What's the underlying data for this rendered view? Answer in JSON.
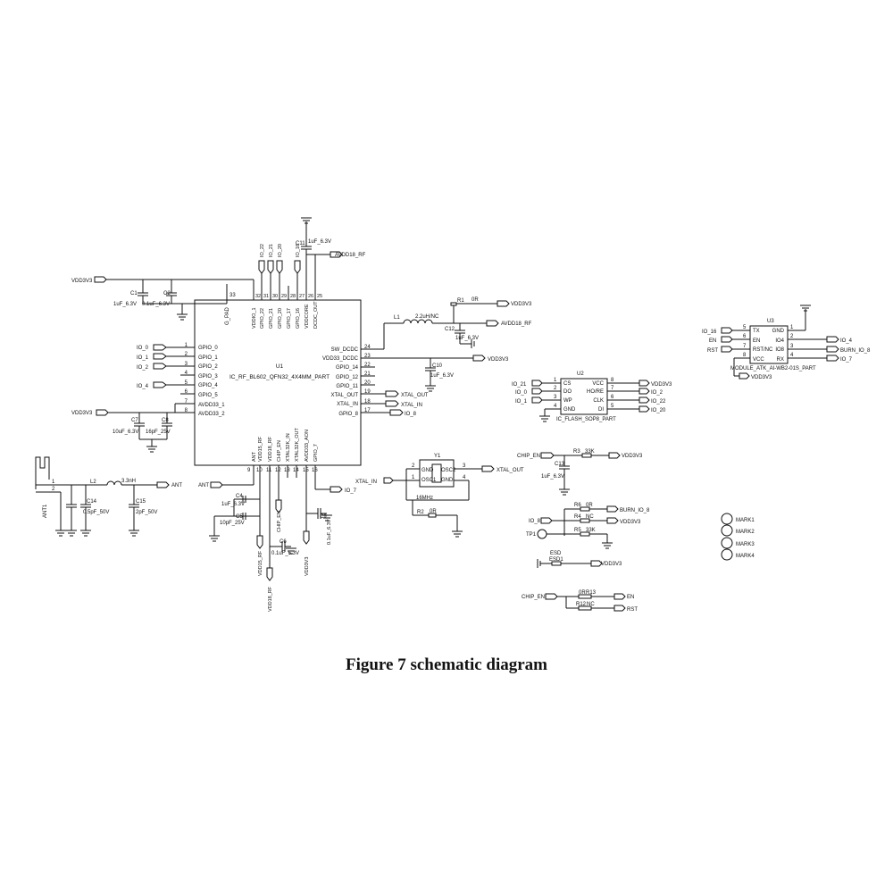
{
  "caption": "Figure 7 schematic diagram",
  "ic_u1": {
    "ref": "U1",
    "part": "IC_RF_BL602_QFN32_4X4MM_PART",
    "left_pins": [
      {
        "num": "1",
        "name": "GPIO_0",
        "net": "IO_0"
      },
      {
        "num": "2",
        "name": "GPIO_1",
        "net": "IO_1"
      },
      {
        "num": "3",
        "name": "GPIO_2",
        "net": "IO_2"
      },
      {
        "num": "4",
        "name": "GPIO_3",
        "net": ""
      },
      {
        "num": "5",
        "name": "GPIO_4",
        "net": "IO_4"
      },
      {
        "num": "6",
        "name": "GPIO_5",
        "net": ""
      },
      {
        "num": "7",
        "name": "AVDD33_1",
        "net": ""
      },
      {
        "num": "8",
        "name": "AVDD33_2",
        "net": ""
      }
    ],
    "right_pins": [
      {
        "num": "24",
        "name": "SW_DCDC",
        "net": ""
      },
      {
        "num": "23",
        "name": "VDD33_DCDC",
        "net": "VDD3V3"
      },
      {
        "num": "22",
        "name": "GPIO_14",
        "net": ""
      },
      {
        "num": "21",
        "name": "GPIO_12",
        "net": ""
      },
      {
        "num": "20",
        "name": "GPIO_11",
        "net": ""
      },
      {
        "num": "19",
        "name": "XTAL_OUT",
        "net": "XTAL_OUT"
      },
      {
        "num": "18",
        "name": "XTAL_IN",
        "net": "XTAL_IN"
      },
      {
        "num": "17",
        "name": "GPIO_8",
        "net": "IO_8"
      }
    ],
    "top_pins": [
      {
        "num": "32",
        "name": "VDDIO_1"
      },
      {
        "num": "31",
        "name": "GPIO_22"
      },
      {
        "num": "30",
        "name": "GPIO_21"
      },
      {
        "num": "29",
        "name": "GPIO_20"
      },
      {
        "num": "28",
        "name": "GPIO_17"
      },
      {
        "num": "27",
        "name": "GPIO_16"
      },
      {
        "num": "26",
        "name": "VDDCORE"
      },
      {
        "num": "25",
        "name": "DCDC_OUT"
      }
    ],
    "top_left_pin": {
      "num": "33",
      "name": "G_PAD"
    },
    "bottom_pins": [
      {
        "num": "9",
        "name": "ANT"
      },
      {
        "num": "10",
        "name": "VDD15_RF"
      },
      {
        "num": "11",
        "name": "VDD18_RF"
      },
      {
        "num": "12",
        "name": "CHIP_EN"
      },
      {
        "num": "13",
        "name": "XTAL32K_IN"
      },
      {
        "num": "14",
        "name": "XTAL32K_OUT"
      },
      {
        "num": "15",
        "name": "AVDD33_AON"
      },
      {
        "num": "16",
        "name": "GPIO_7"
      }
    ],
    "top_nets": [
      "IO_22",
      "IO_21",
      "IO_20",
      "IO_16"
    ]
  },
  "ic_u2": {
    "ref": "U2",
    "part": "IC_FLASH_SOP8_PART",
    "left_pins": [
      {
        "num": "1",
        "name": "CS",
        "net": "IO_21"
      },
      {
        "num": "2",
        "name": "DO",
        "net": "IO_0"
      },
      {
        "num": "3",
        "name": "WP",
        "net": "IO_1"
      },
      {
        "num": "4",
        "name": "GND",
        "net": ""
      }
    ],
    "right_pins": [
      {
        "num": "8",
        "name": "VCC",
        "net": "VDD3V3"
      },
      {
        "num": "7",
        "name": "HO/RE",
        "net": "IO_2"
      },
      {
        "num": "6",
        "name": "CLK",
        "net": "IO_22"
      },
      {
        "num": "5",
        "name": "DI",
        "net": "IO_20"
      }
    ]
  },
  "ic_u3": {
    "ref": "U3",
    "part": "MODULE_ATK_AI-WB2-01S_PART",
    "left_pins": [
      {
        "num": "5",
        "name": "TX",
        "net": "IO_16"
      },
      {
        "num": "6",
        "name": "EN",
        "net": "EN"
      },
      {
        "num": "7",
        "name": "RST/NC",
        "net": "RST"
      },
      {
        "num": "8",
        "name": "VCC",
        "net": ""
      }
    ],
    "right_pins": [
      {
        "num": "1",
        "name": "GND",
        "net": ""
      },
      {
        "num": "2",
        "name": "IO4",
        "net": "IO_4"
      },
      {
        "num": "3",
        "name": "IO8",
        "net": "BURN_IO_8"
      },
      {
        "num": "4",
        "name": "RX",
        "net": "IO_7"
      }
    ],
    "vcc_net": "VDD3V3"
  },
  "crystal": {
    "ref": "Y1",
    "value": "16MHz",
    "pins": [
      "GND",
      "OSC1",
      "OSC2",
      "GND"
    ],
    "pin_nums": [
      "2",
      "1",
      "3",
      "4"
    ],
    "in_net": "XTAL_IN",
    "out_net": "XTAL_OUT"
  },
  "components": {
    "c1": {
      "ref": "C1",
      "value": "1uF_6.3V"
    },
    "c2": {
      "ref": "C2",
      "value": "0.1uF_6.3V"
    },
    "c7": {
      "ref": "C7",
      "value": "10uF_6.3V"
    },
    "c8": {
      "ref": "C8",
      "value": "16pF_25V"
    },
    "c11": {
      "ref": "C11",
      "value": "1uF_6.3V"
    },
    "c12": {
      "ref": "C12",
      "value": "1uF_6.3V"
    },
    "c10": {
      "ref": "C10",
      "value": "1uF_6.3V"
    },
    "l1": {
      "ref": "L1",
      "value": "2.2uH/NC"
    },
    "r1": {
      "ref": "R1",
      "value": "0R"
    },
    "l2": {
      "ref": "L2",
      "value": "3.3nH"
    },
    "c14": {
      "ref": "C14",
      "value": "0.5pF_50V"
    },
    "c15": {
      "ref": "C15",
      "value": "2pF_50V"
    },
    "c4": {
      "ref": "C4",
      "value": "1uF_6.3V"
    },
    "c5": {
      "ref": "C5",
      "value": "10pF_25V"
    },
    "c6": {
      "ref": "C6",
      "value": "0.1uF_6.3V"
    },
    "c9": {
      "ref": "C9",
      "value": "0.1uF_6.3V"
    },
    "r2": {
      "ref": "R2",
      "value": "0R"
    },
    "r3": {
      "ref": "R3",
      "value": "33K"
    },
    "c13": {
      "ref": "C13",
      "value": "1uF_6.3V"
    },
    "r6": {
      "ref": "R6",
      "value": "0R"
    },
    "r4": {
      "ref": "R4",
      "value": "NC"
    },
    "r5": {
      "ref": "R5",
      "value": "33K"
    },
    "tp1": {
      "ref": "TP1"
    },
    "esd1": {
      "ref": "ESD1",
      "value": "ESD"
    },
    "r13": {
      "ref": "R13",
      "value": "0R"
    },
    "r12": {
      "ref": "R12",
      "value": "NC"
    },
    "ant1": {
      "ref": "ANT1"
    }
  },
  "nets": {
    "vdd3v3": "VDD3V3",
    "avdd18_rf": "AVDD18_RF",
    "ant": "ANT",
    "xtal_in": "XTAL_IN",
    "xtal_out": "XTAL_OUT",
    "io_7": "IO_7",
    "io_8": "IO_8",
    "chip_en": "CHIP_EN",
    "vdd15_rf": "VDD15_RF",
    "vdd18_rf": "VDD18_RF",
    "burn_io_8": "BURN_IO_8",
    "en": "EN",
    "rst": "RST"
  },
  "marks": [
    "MARK1",
    "MARK2",
    "MARK3",
    "MARK4"
  ]
}
